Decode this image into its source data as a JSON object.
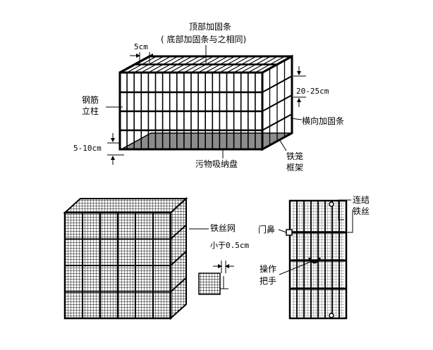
{
  "cage": {
    "top_rein": "顶部加固条",
    "bottom_rein_note": "( 底部加固条与之相同)",
    "spacing_5cm": "5cm",
    "rebar_line1": "钢筋",
    "rebar_line2": "立柱",
    "height_20_25": "20-25cm",
    "horizontal_rein": "横向加固条",
    "gap_5_10": "5-10cm",
    "tray": "污物吸纳盘",
    "frame_line1": "铁笼",
    "frame_line2": "框架"
  },
  "mesh": {
    "wire_mesh": "铁丝网",
    "less_than": "小于0.5cm"
  },
  "door": {
    "link_line1": "连结",
    "link_line2": "铁丝",
    "latch": "门鼻",
    "handle_line1": "操作",
    "handle_line2": "把手"
  }
}
